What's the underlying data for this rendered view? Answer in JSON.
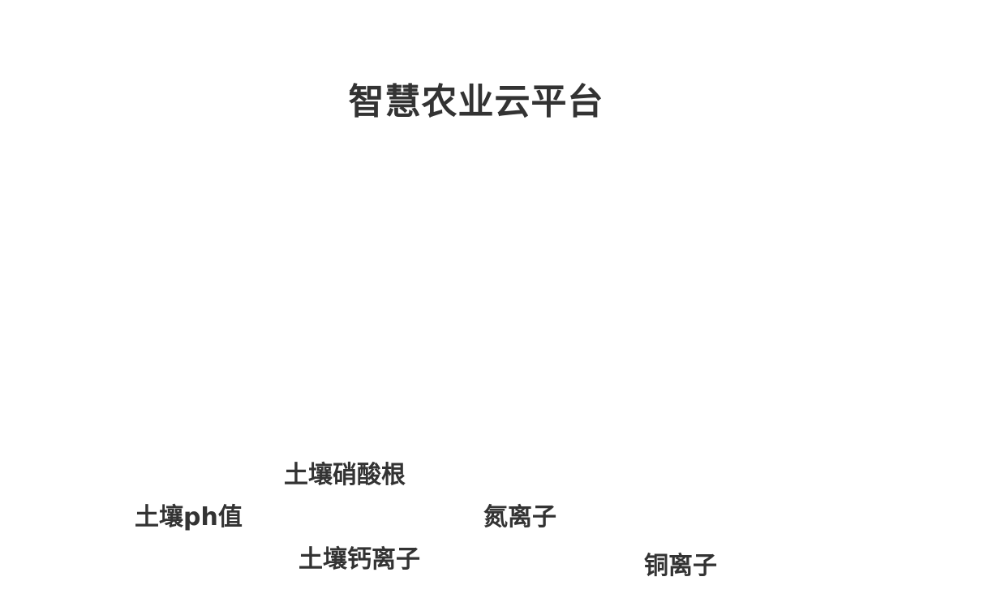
{
  "header": {
    "title": "智慧农业云平台"
  },
  "metrics": [
    {
      "id": "soil-ph",
      "label": "土壤ph值"
    },
    {
      "id": "soil-nitrate",
      "label": "土壤硝酸根"
    },
    {
      "id": "soil-calcium",
      "label": "土壤钙离子"
    },
    {
      "id": "nitrogen-ion",
      "label": "氮离子"
    },
    {
      "id": "copper-ion",
      "label": "铜离子"
    }
  ]
}
